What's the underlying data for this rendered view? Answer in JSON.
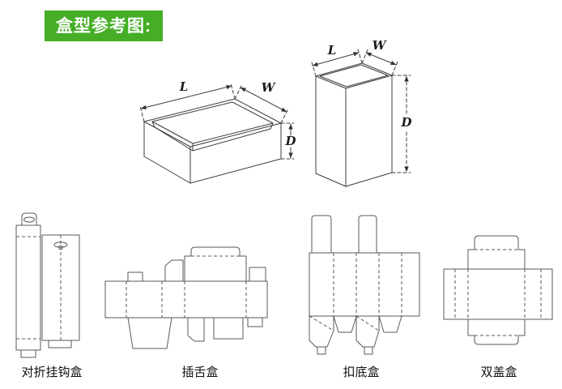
{
  "header": {
    "title": "盒型参考图:"
  },
  "colors": {
    "badge_green": "#45ae26",
    "line_dark": "#3c3c3c",
    "line_light": "#5a5a5a",
    "label_text": "#111111"
  },
  "dimensions": {
    "length": "L",
    "width": "W",
    "depth": "D"
  },
  "box_types": [
    {
      "label": "对折挂钩盒"
    },
    {
      "label": "插舌盒"
    },
    {
      "label": "扣底盒"
    },
    {
      "label": "双盖盒"
    }
  ]
}
